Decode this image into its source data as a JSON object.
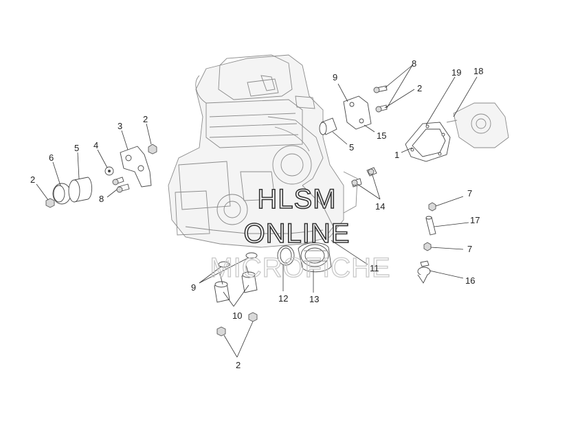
{
  "watermark": {
    "line1": "HLSM",
    "line2": "ONLINE",
    "line3": "MICROFICHE"
  },
  "callouts": [
    {
      "id": "c1",
      "label": "1"
    },
    {
      "id": "c2a",
      "label": "2"
    },
    {
      "id": "c2b",
      "label": "2"
    },
    {
      "id": "c2c",
      "label": "2"
    },
    {
      "id": "c2d",
      "label": "2"
    },
    {
      "id": "c3",
      "label": "3"
    },
    {
      "id": "c4",
      "label": "4"
    },
    {
      "id": "c5a",
      "label": "5"
    },
    {
      "id": "c5b",
      "label": "5"
    },
    {
      "id": "c6",
      "label": "6"
    },
    {
      "id": "c7a",
      "label": "7"
    },
    {
      "id": "c7b",
      "label": "7"
    },
    {
      "id": "c8a",
      "label": "8"
    },
    {
      "id": "c8b",
      "label": "8"
    },
    {
      "id": "c9a",
      "label": "9"
    },
    {
      "id": "c9b",
      "label": "9"
    },
    {
      "id": "c10",
      "label": "10"
    },
    {
      "id": "c11",
      "label": "11"
    },
    {
      "id": "c12",
      "label": "12"
    },
    {
      "id": "c13",
      "label": "13"
    },
    {
      "id": "c14",
      "label": "14"
    },
    {
      "id": "c15",
      "label": "15"
    },
    {
      "id": "c16",
      "label": "16"
    },
    {
      "id": "c17",
      "label": "17"
    },
    {
      "id": "c18",
      "label": "18"
    },
    {
      "id": "c19",
      "label": "19"
    }
  ]
}
